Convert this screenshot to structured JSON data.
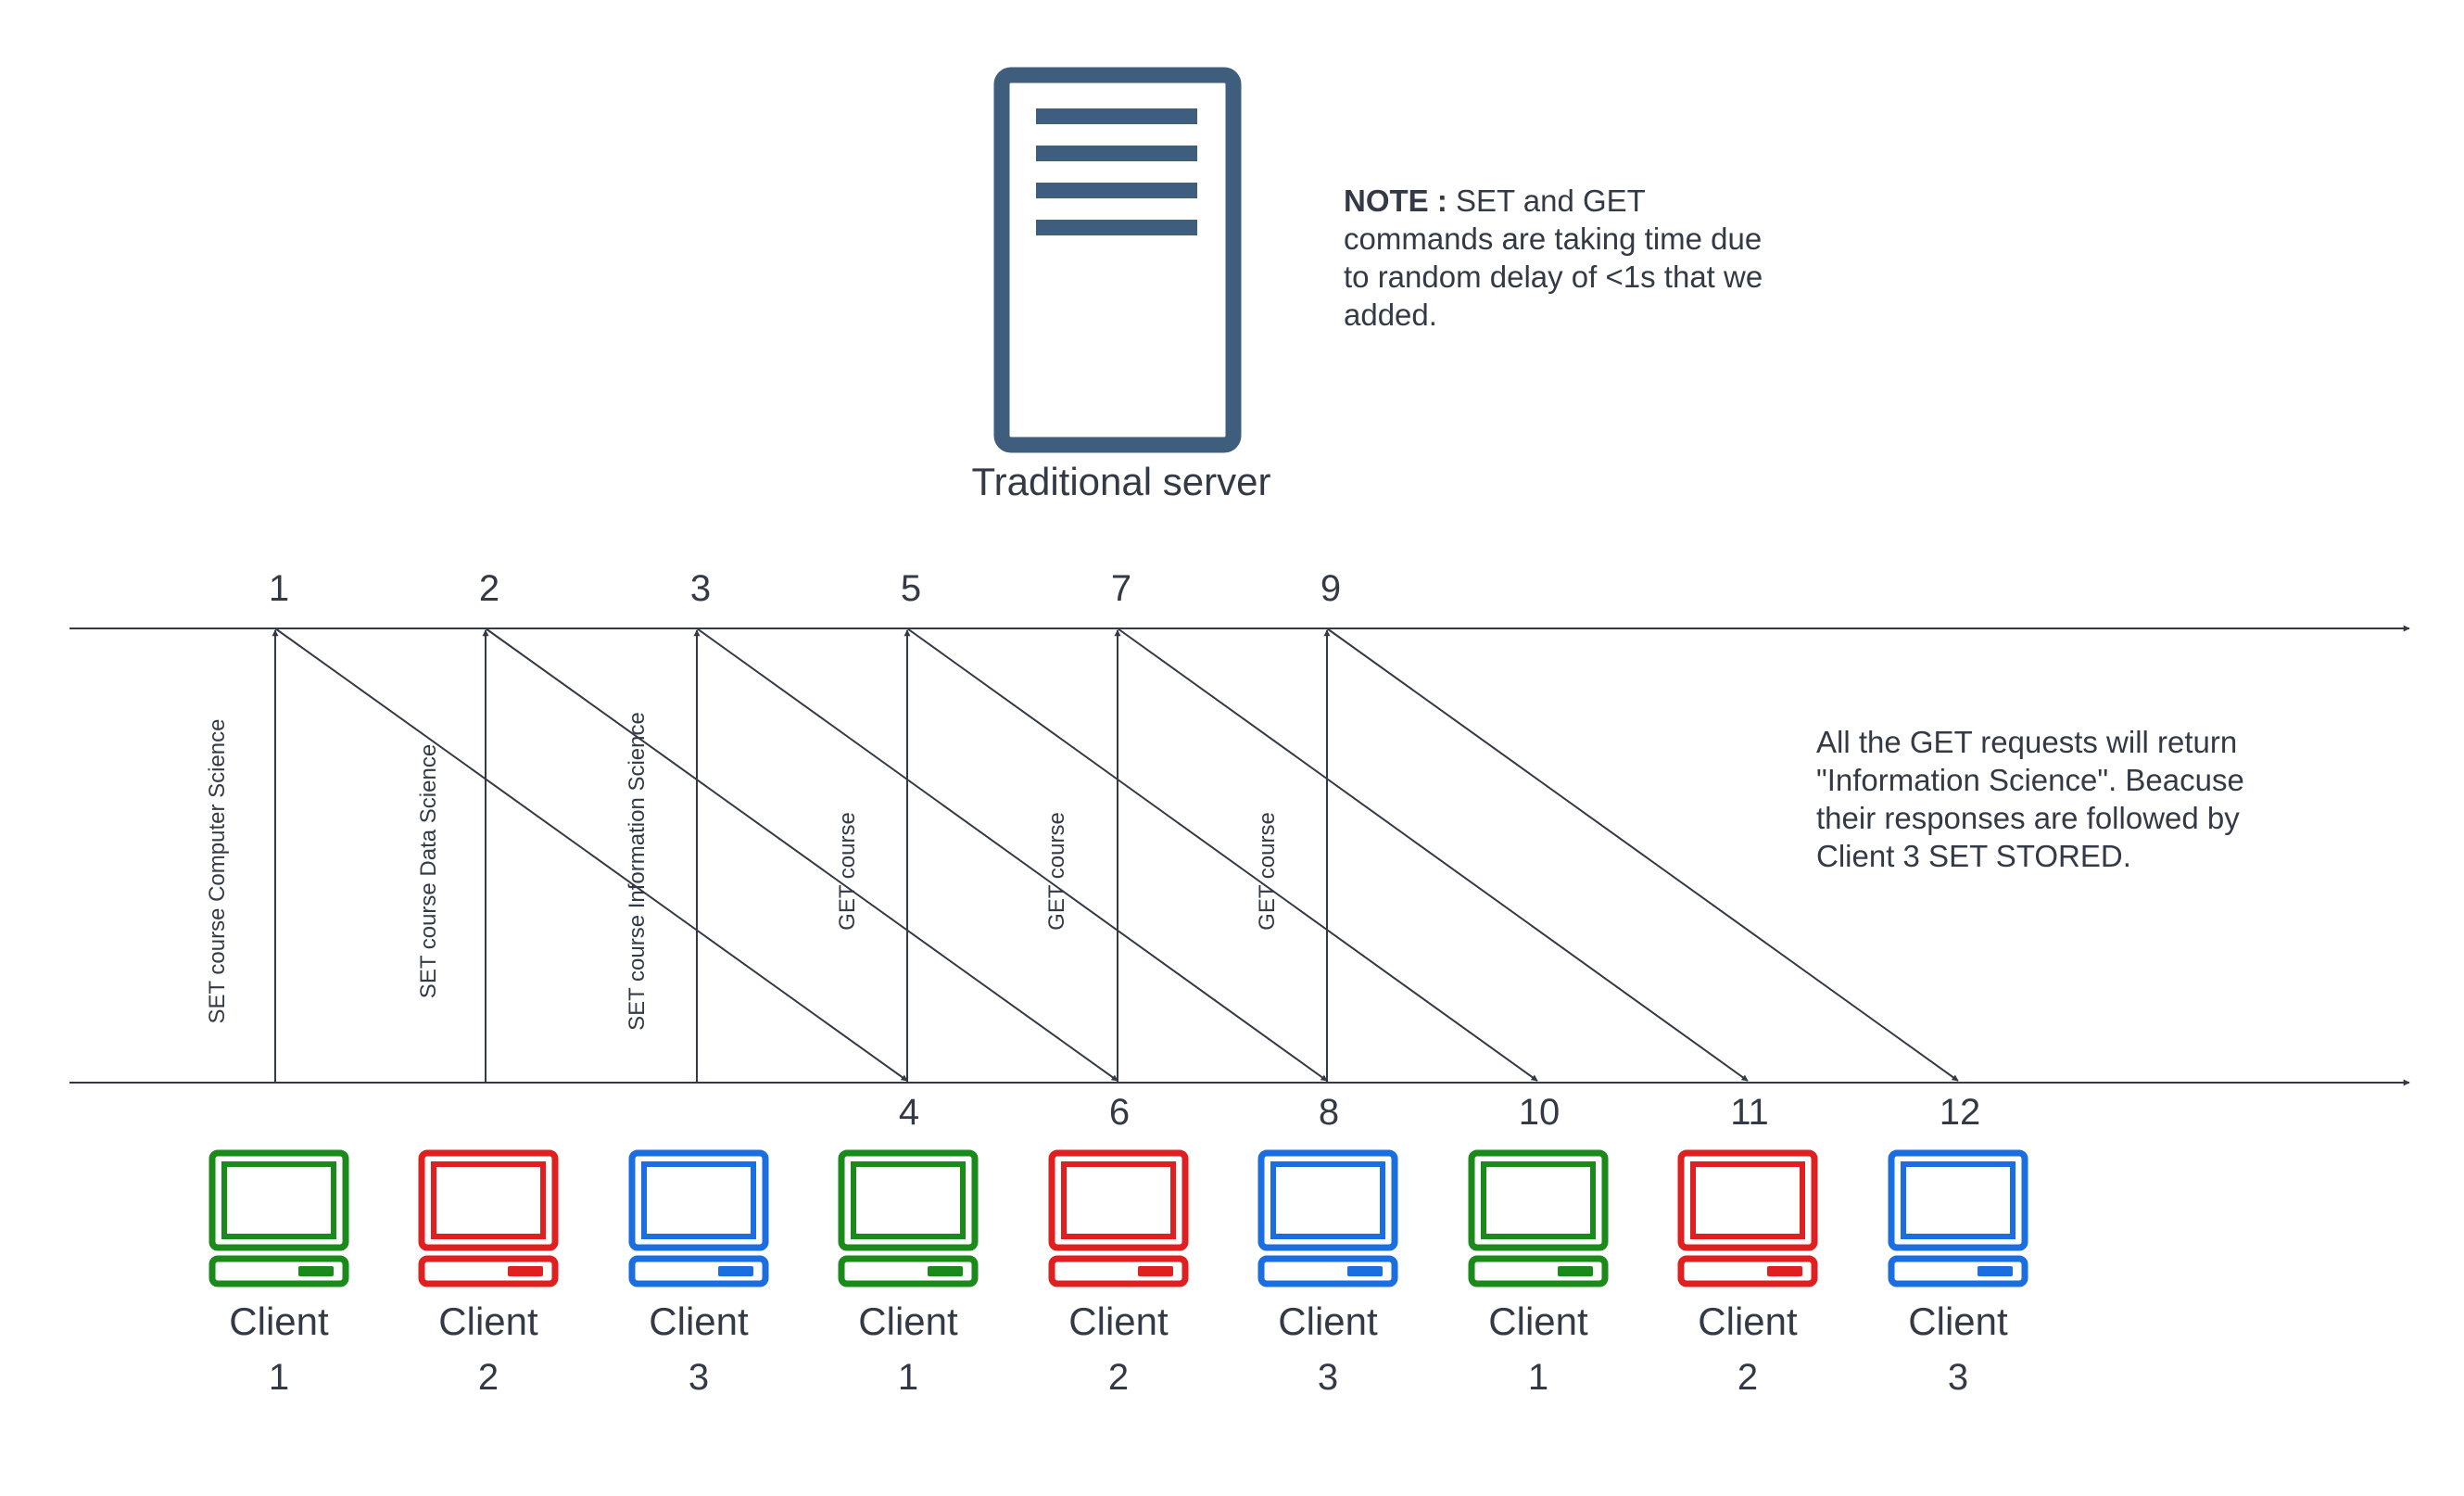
{
  "server": {
    "label": "Traditional server",
    "icon": "server-icon",
    "color": "#3f5d7d"
  },
  "note": {
    "label": "NOTE :",
    "text": "SET and GET commands are taking time due to random delay of <1s that we added."
  },
  "get_note": {
    "text": "All the GET requests will return \"Information Science\". Beacuse their responses are followed by Client 3 SET STORED."
  },
  "timeline": {
    "top_numbers": [
      "1",
      "2",
      "3",
      "5",
      "7",
      "9"
    ],
    "bottom_numbers": [
      "4",
      "6",
      "8",
      "10",
      "11",
      "12"
    ],
    "arrow_color": "#333a45"
  },
  "requests": [
    {
      "label": "SET course Computer Science"
    },
    {
      "label": "SET course Data Science"
    },
    {
      "label": "SET course Information Science"
    },
    {
      "label": "GET course"
    },
    {
      "label": "GET course"
    },
    {
      "label": "GET course"
    }
  ],
  "clients": [
    {
      "name": "Client",
      "number": "1",
      "color": "#1a8a1a"
    },
    {
      "name": "Client",
      "number": "2",
      "color": "#e02020"
    },
    {
      "name": "Client",
      "number": "3",
      "color": "#1a6ee0"
    },
    {
      "name": "Client",
      "number": "1",
      "color": "#1a8a1a"
    },
    {
      "name": "Client",
      "number": "2",
      "color": "#e02020"
    },
    {
      "name": "Client",
      "number": "3",
      "color": "#1a6ee0"
    },
    {
      "name": "Client",
      "number": "1",
      "color": "#1a8a1a"
    },
    {
      "name": "Client",
      "number": "2",
      "color": "#e02020"
    },
    {
      "name": "Client",
      "number": "3",
      "color": "#1a6ee0"
    }
  ]
}
